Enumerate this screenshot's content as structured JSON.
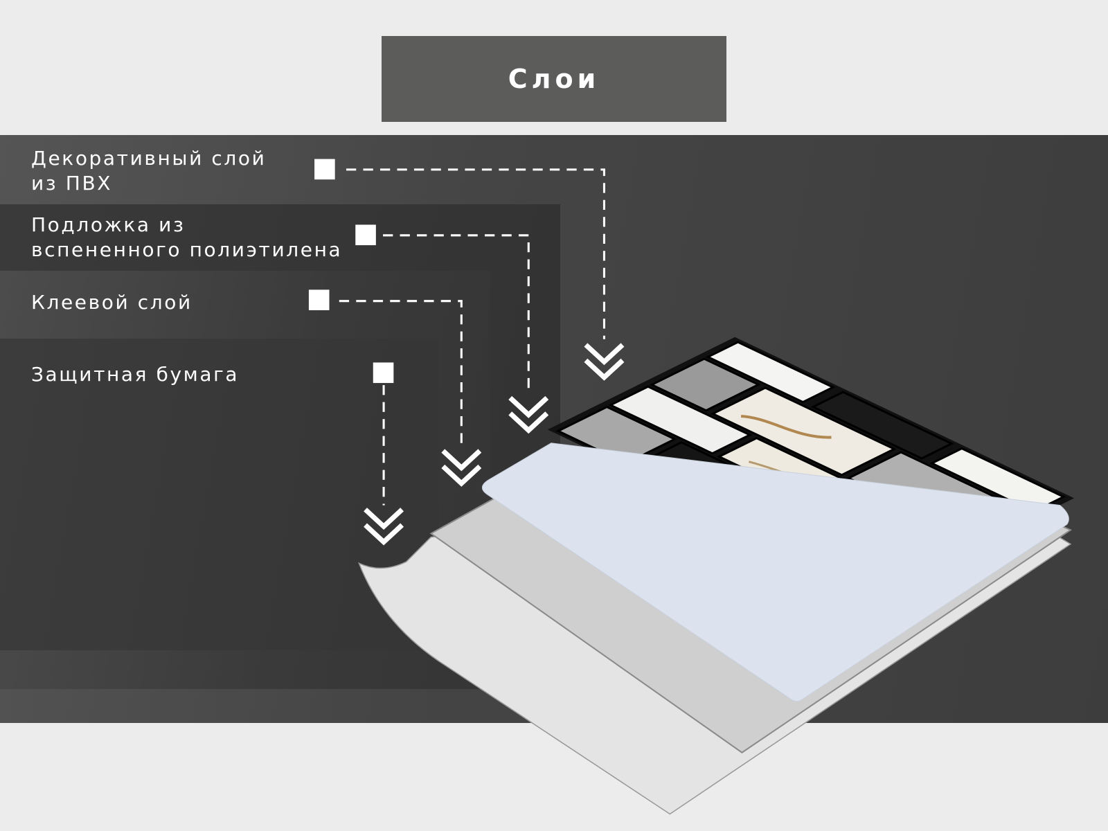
{
  "title": "Слои",
  "layers": [
    {
      "line1": "Декоративный слой",
      "line2": "из ПВХ"
    },
    {
      "line1": "Подложка из",
      "line2": "вспененного полиэтилена"
    },
    {
      "line1": "Клеевой слой"
    },
    {
      "line1": "Защитная бумага"
    }
  ],
  "colors": {
    "title_bg": "#5c5c5b",
    "panel": "#444444",
    "page_bg": "#ececec",
    "marker": "#ffffff"
  }
}
